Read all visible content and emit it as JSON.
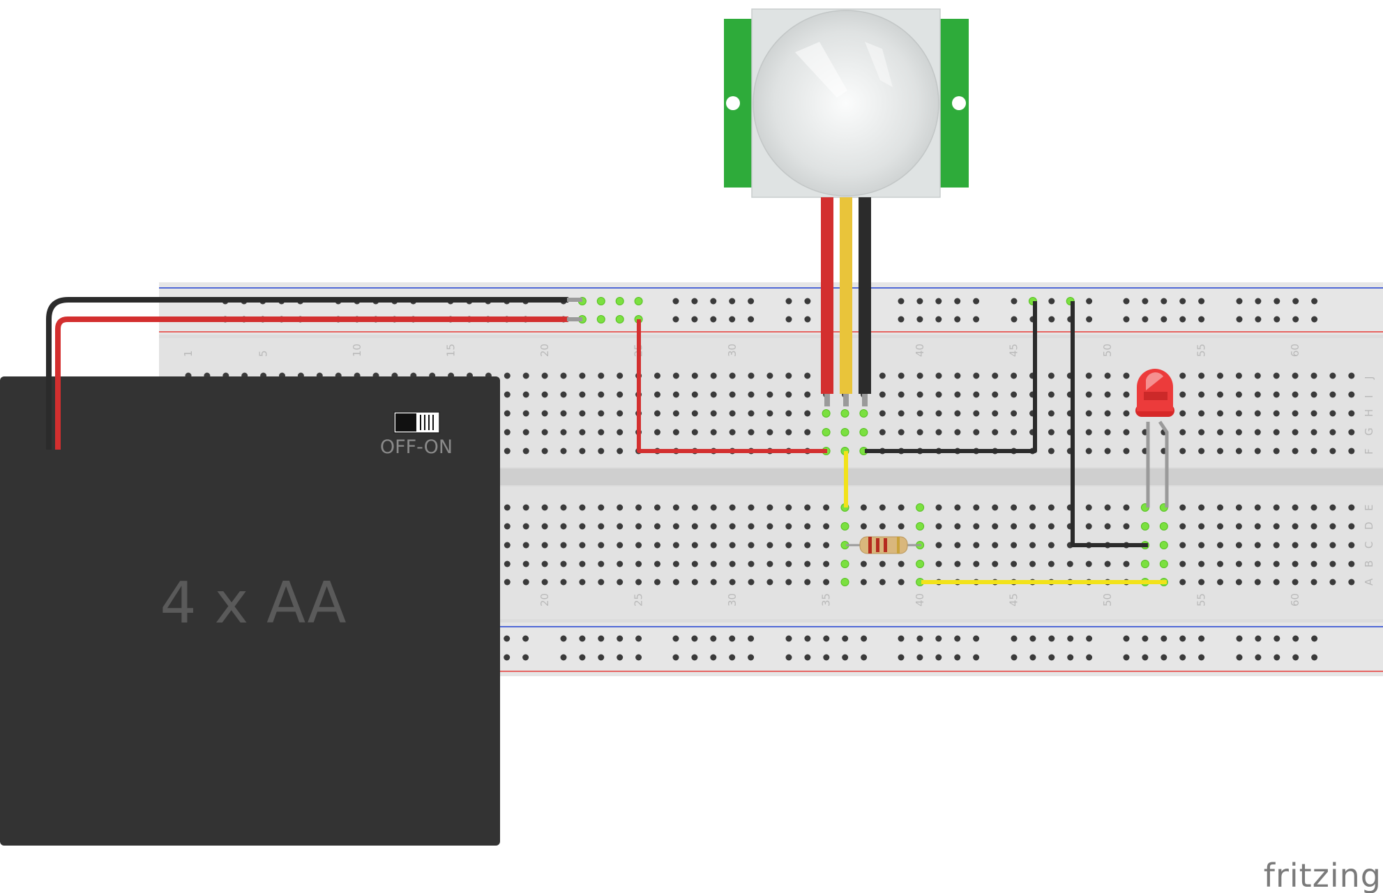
{
  "battery": {
    "label": "4 x AA",
    "switch_label": "OFF-ON"
  },
  "breadboard": {
    "column_numbers": [
      "1",
      "5",
      "10",
      "15",
      "20",
      "25",
      "30",
      "35",
      "40",
      "45",
      "50",
      "55",
      "60"
    ],
    "row_letters_top": [
      "J",
      "I",
      "H",
      "G",
      "F"
    ],
    "row_letters_bottom": [
      "E",
      "D",
      "C",
      "B",
      "A"
    ],
    "rail_colors": {
      "positive": "#e53935",
      "negative": "#1e3fd0"
    }
  },
  "components": {
    "pir_sensor": {
      "board_color": "#2eab3a",
      "dome_color": "#e4e6e6"
    },
    "led": {
      "color": "#e53935"
    },
    "resistor": {
      "body_color": "#d9b77c"
    }
  },
  "wire_colors": {
    "red": "#d32f2f",
    "black": "#2b2b2b",
    "yellow": "#f2e21a"
  },
  "logo": {
    "text": "fritzing"
  }
}
